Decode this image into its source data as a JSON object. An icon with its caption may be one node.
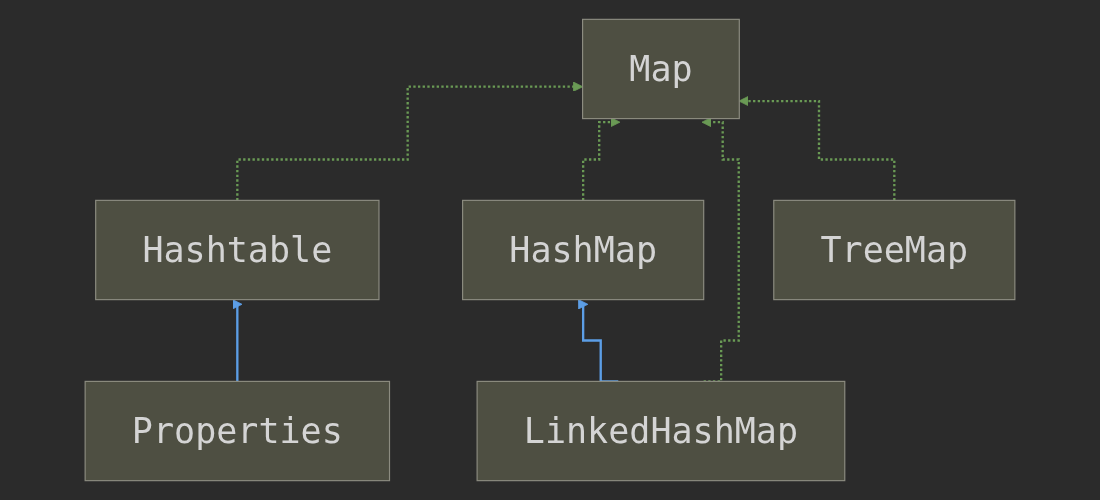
{
  "diagram": {
    "nodes": [
      {
        "text": [
          "Map"
        ]
      },
      {
        "text": [
          "Hashtable"
        ]
      },
      {
        "text": [
          "HashMap"
        ]
      },
      {
        "text": [
          "TreeMap"
        ]
      },
      {
        "text": [
          "Properties"
        ]
      },
      {
        "text": [
          "LinkedHashMap"
        ]
      }
    ],
    "edges": [
      {
        "from": 1,
        "to": 0,
        "arrow": "to",
        "style": "dashed"
      },
      {
        "from": 2,
        "to": 0,
        "arrow": "to",
        "style": "dashed"
      },
      {
        "from": 5,
        "to": 0,
        "arrow": "to",
        "style": "dashed"
      },
      {
        "from": 3,
        "to": 0,
        "arrow": "to",
        "style": "dashed"
      },
      {
        "from": 4,
        "to": 1,
        "arrow": "to",
        "color": "#5c9ee6"
      },
      {
        "from": 5,
        "to": 2,
        "arrow": "to",
        "color": "#5c9ee6"
      }
    ]
  }
}
